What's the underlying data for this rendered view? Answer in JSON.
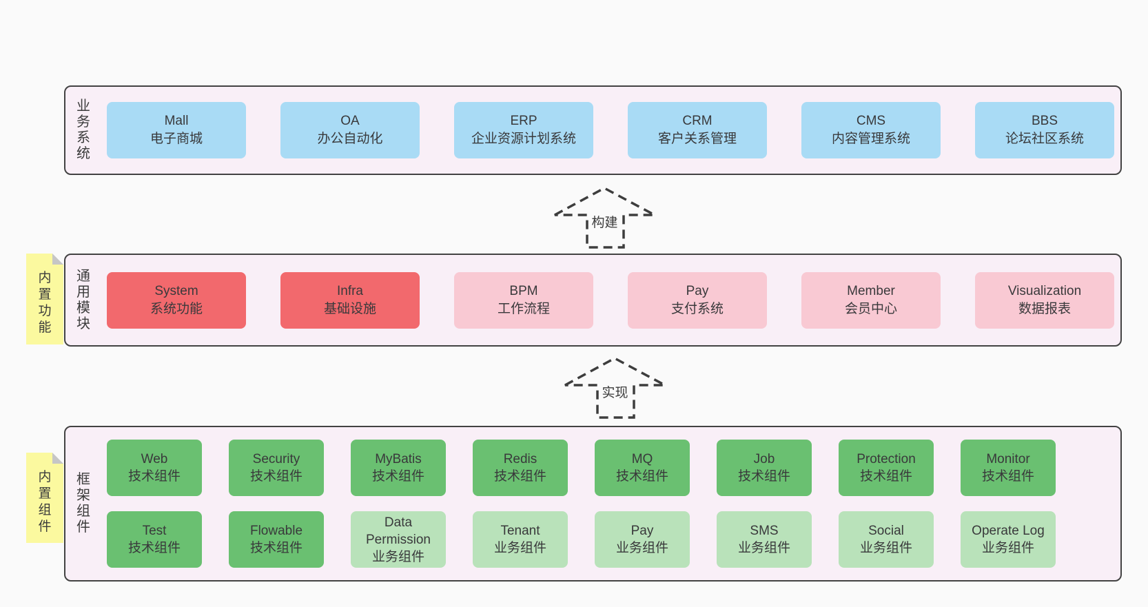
{
  "colors": {
    "page_bg": "#fafafa",
    "panel_bg": "#f9eff7",
    "panel_border": "#424242",
    "box_blue": "#a9dbf5",
    "box_red": "#f2696d",
    "box_pink": "#f9c9d3",
    "box_green": "#6ac071",
    "box_lightgreen": "#b9e2ba",
    "sticky_yellow": "#fbf99f",
    "sticky_fold": "#c6c6c6",
    "text": "#3b3b3b"
  },
  "arrows": [
    {
      "label": "构建"
    },
    {
      "label": "实现"
    }
  ],
  "sections": [
    {
      "title": "业务系统",
      "rows": [
        [
          {
            "name": "Mall",
            "desc": "电子商城",
            "variant": "blue"
          },
          {
            "name": "OA",
            "desc": "办公自动化",
            "variant": "blue"
          },
          {
            "name": "ERP",
            "desc": "企业资源计划系统",
            "variant": "blue"
          },
          {
            "name": "CRM",
            "desc": "客户关系管理",
            "variant": "blue"
          },
          {
            "name": "CMS",
            "desc": "内容管理系统",
            "variant": "blue"
          },
          {
            "name": "BBS",
            "desc": "论坛社区系统",
            "variant": "blue"
          }
        ]
      ]
    },
    {
      "title": "通用模块",
      "tag": "内置功能",
      "rows": [
        [
          {
            "name": "System",
            "desc": "系统功能",
            "variant": "red"
          },
          {
            "name": "Infra",
            "desc": "基础设施",
            "variant": "red"
          },
          {
            "name": "BPM",
            "desc": "工作流程",
            "variant": "pink"
          },
          {
            "name": "Pay",
            "desc": "支付系统",
            "variant": "pink"
          },
          {
            "name": "Member",
            "desc": "会员中心",
            "variant": "pink"
          },
          {
            "name": "Visualization",
            "desc": "数据报表",
            "variant": "pink"
          }
        ]
      ]
    },
    {
      "title": "框架组件",
      "tag": "内置组件",
      "rows": [
        [
          {
            "name": "Web",
            "desc": "技术组件",
            "variant": "green"
          },
          {
            "name": "Security",
            "desc": "技术组件",
            "variant": "green"
          },
          {
            "name": "MyBatis",
            "desc": "技术组件",
            "variant": "green"
          },
          {
            "name": "Redis",
            "desc": "技术组件",
            "variant": "green"
          },
          {
            "name": "MQ",
            "desc": "技术组件",
            "variant": "green"
          },
          {
            "name": "Job",
            "desc": "技术组件",
            "variant": "green"
          },
          {
            "name": "Protection",
            "desc": "技术组件",
            "variant": "green"
          },
          {
            "name": "Monitor",
            "desc": "技术组件",
            "variant": "green"
          }
        ],
        [
          {
            "name": "Test",
            "desc": "技术组件",
            "variant": "green"
          },
          {
            "name": "Flowable",
            "desc": "技术组件",
            "variant": "green"
          },
          {
            "name": "Data Permission",
            "desc": "业务组件",
            "variant": "lightgreen"
          },
          {
            "name": "Tenant",
            "desc": "业务组件",
            "variant": "lightgreen"
          },
          {
            "name": "Pay",
            "desc": "业务组件",
            "variant": "lightgreen"
          },
          {
            "name": "SMS",
            "desc": "业务组件",
            "variant": "lightgreen"
          },
          {
            "name": "Social",
            "desc": "业务组件",
            "variant": "lightgreen"
          },
          {
            "name": "Operate Log",
            "desc": "业务组件",
            "variant": "lightgreen"
          }
        ]
      ]
    }
  ]
}
